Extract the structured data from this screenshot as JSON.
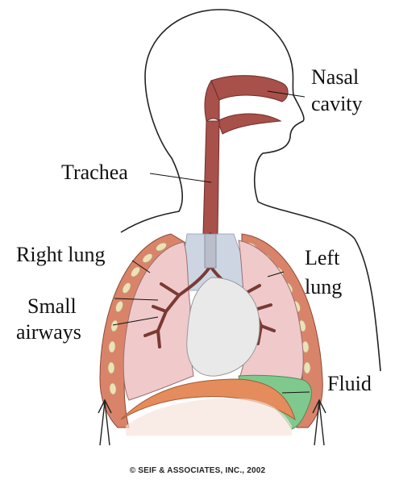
{
  "labels": {
    "nasal_cavity_1": "Nasal",
    "nasal_cavity_2": "cavity",
    "trachea": "Trachea",
    "right_lung": "Right lung",
    "left_lung_1": "Left",
    "left_lung_2": "lung",
    "small_airways_1": "Small",
    "small_airways_2": "airways",
    "fluid": "Fluid"
  },
  "credit": "© SEIF & ASSOCIATES, INC., 2002",
  "colors": {
    "airway": "#a8504a",
    "lung": "#f0c9cb",
    "chest_wall": "#d9846a",
    "rib": "#ece2b8",
    "heart": "#e9e9ea",
    "fluid": "#7fc88e",
    "diaphragm": "#e48c5c",
    "outline": "#2a2a2a"
  }
}
